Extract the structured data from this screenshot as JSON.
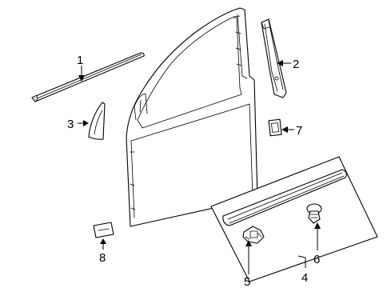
{
  "callouts": [
    {
      "id": "1",
      "part": "door-belt-molding-upper"
    },
    {
      "id": "2",
      "part": "door-frame-pillar-applique"
    },
    {
      "id": "3",
      "part": "mirror-corner-trim-piece"
    },
    {
      "id": "4",
      "part": "door-side-molding-assembly"
    },
    {
      "id": "5",
      "part": "molding-retainer-clip"
    },
    {
      "id": "6",
      "part": "push-pin-fastener"
    },
    {
      "id": "7",
      "part": "small-square-pad"
    },
    {
      "id": "8",
      "part": "door-label-plate"
    }
  ],
  "colors": {
    "line": "#000000",
    "background": "#ffffff",
    "shade": "#d9d9d9"
  }
}
